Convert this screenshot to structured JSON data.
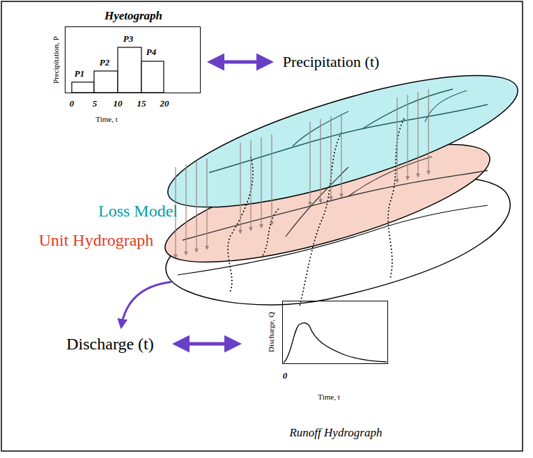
{
  "diagram": {
    "nodes": [
      {
        "text": [
          "Hyetograph"
        ]
      },
      {
        "text": [
          "Runoff Hydrograph"
        ]
      }
    ],
    "labels": [
      "Precipitation, P",
      "P1",
      "P2",
      "P3",
      "P4",
      "0",
      "5",
      "10",
      "15",
      "20",
      "Time, t",
      "Precipitation (t)",
      "Loss Model",
      "Unit Hydrograph",
      "Discharge (t)",
      "Discharge, Q",
      "0",
      "Time, t"
    ]
  }
}
